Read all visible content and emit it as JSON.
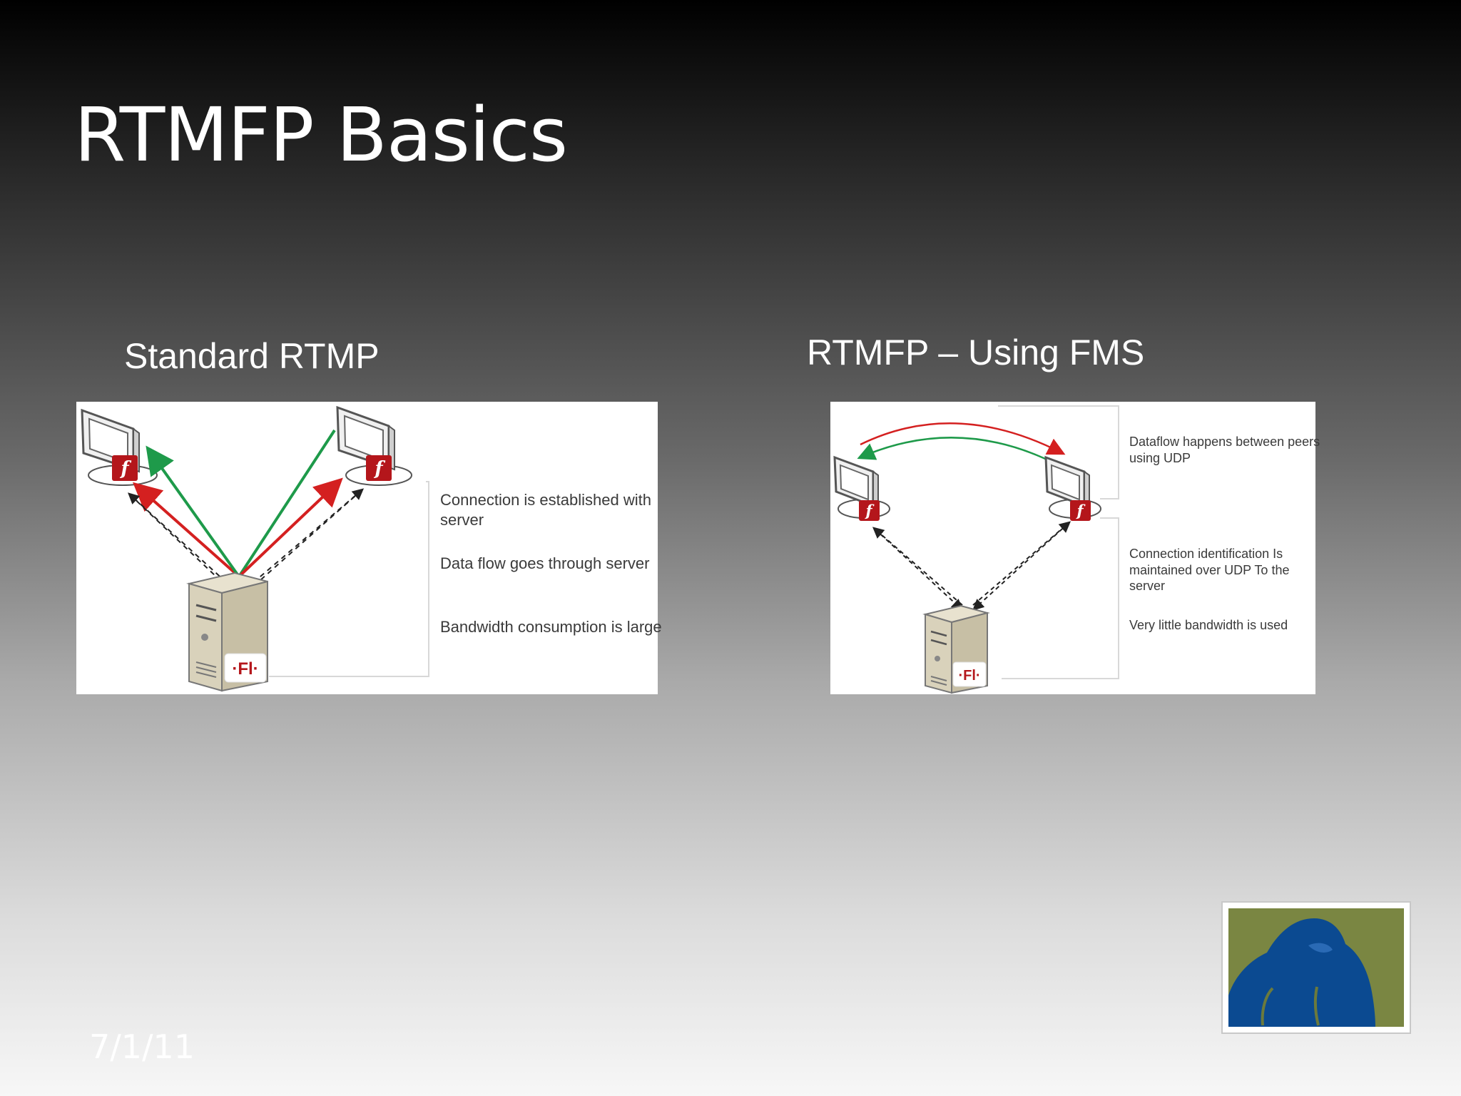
{
  "slide": {
    "title": "RTMFP Basics",
    "date": "7/1/11"
  },
  "left_diagram": {
    "caption": "Standard RTMP",
    "notes": [
      "Connection is established with server",
      "Data flow goes through server",
      "Bandwidth consumption is large"
    ],
    "server_badge": "·Fl·"
  },
  "right_diagram": {
    "caption": "RTMFP – Using FMS",
    "notes": [
      "Dataflow happens between peers using UDP",
      "Connection identification Is maintained over UDP To the server",
      "Very little bandwidth is used"
    ],
    "server_badge": "·Fl·"
  },
  "colors": {
    "arrow_red": "#d42020",
    "arrow_green": "#1e9a4a",
    "flash_red": "#b4161b",
    "logo_green": "#7a8642",
    "logo_blue": "#0b4a91"
  },
  "icons": {
    "client": "monitor-icon",
    "flash": "flash-player-icon",
    "server": "server-tower-icon",
    "logo": "gorilla-logo-icon"
  }
}
